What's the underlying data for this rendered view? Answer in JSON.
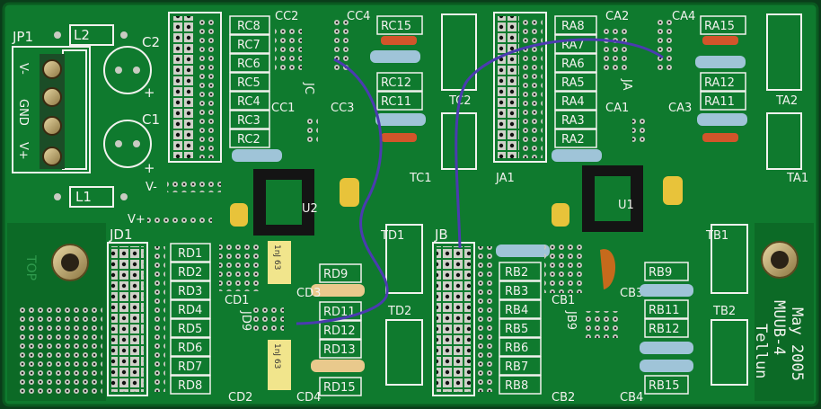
{
  "board": {
    "pcb_green": "#0f7a2e",
    "pcb_dark": "#0a5a20",
    "silk_color": "#f2f2ee",
    "wire_color": "#4b3bb0",
    "corner_text": "TOP",
    "credit_lines": [
      "Tellun",
      "MUUB-4",
      "May 2005"
    ]
  },
  "power": {
    "jp1": "JP1",
    "l2": "L2",
    "l1": "L1",
    "c2": "C2",
    "c1": "C1",
    "plus": "+",
    "pins": [
      "V-",
      "GND",
      "V+"
    ],
    "rail_minus": "V-",
    "rail_plus": "V+"
  },
  "section_c": {
    "resistors": [
      "RC8",
      "RC7",
      "RC6",
      "RC5",
      "RC4",
      "RC3",
      "RC2"
    ],
    "cc2": "CC2",
    "cc4": "CC4",
    "cc1": "CC1",
    "cc3": "CC3",
    "right": [
      "RC15",
      "RC12",
      "RC11"
    ],
    "jc": "JC",
    "tc2": "TC2",
    "tc1": "TC1",
    "u2": "U2"
  },
  "section_a": {
    "resistors": [
      "RA8",
      "RA7",
      "RA6",
      "RA5",
      "RA4",
      "RA3",
      "RA2"
    ],
    "ca2": "CA2",
    "ca4": "CA4",
    "ca1": "CA1",
    "ca3": "CA3",
    "right": [
      "RA15",
      "RA12",
      "RA11"
    ],
    "ja1": "JA1",
    "ja": "JA",
    "ta2": "TA2",
    "ta1": "TA1",
    "u1": "U1"
  },
  "section_d": {
    "jd1": "JD1",
    "resistors": [
      "RD1",
      "RD2",
      "RD3",
      "RD4",
      "RD5",
      "RD6",
      "RD7",
      "RD8"
    ],
    "mid": [
      "RD9",
      "RD11",
      "RD12",
      "RD13",
      "RD15"
    ],
    "cd1": "CD1",
    "cd2": "CD2",
    "cd3": "CD3",
    "cd4": "CD4",
    "jd9": "JD9",
    "td1": "TD1",
    "td2": "TD2",
    "cap_text": "1nJ 63"
  },
  "section_b": {
    "jb": "JB",
    "resistors": [
      "RB2",
      "RB3",
      "RB4",
      "RB5",
      "RB6",
      "RB7",
      "RB8"
    ],
    "right": [
      "RB9",
      "RB11",
      "RB12",
      "RB15"
    ],
    "cb1": "CB1",
    "cb2": "CB2",
    "cb3": "CB3",
    "cb4": "CB4",
    "jb9": "JB9",
    "tb1": "TB1",
    "tb2": "TB2"
  }
}
